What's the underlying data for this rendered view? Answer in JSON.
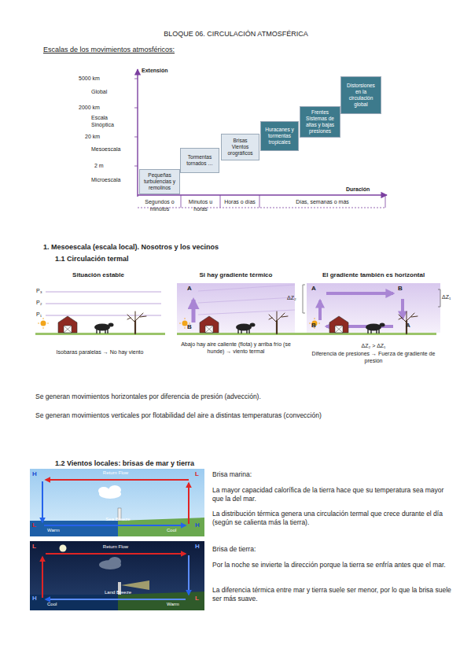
{
  "diagram": {
    "title": "BLOQUE 06. CIRCULACIÓN ATMOSFÉRICA",
    "nodes": [
      {
        "text": [
          "Pequeñas turbulencias y remolinos"
        ]
      },
      {
        "text": [
          "Tormentas tornados …"
        ]
      },
      {
        "text": [
          "Brisas Vientos orográficos"
        ]
      },
      {
        "text": [
          "Huracanes y tormentas tropicales"
        ]
      },
      {
        "text": [
          "Frentes Sistemas de altas y bajas presiones"
        ]
      },
      {
        "text": [
          "Distorsiones en la circulación global"
        ]
      }
    ],
    "labels": [
      "Escalas de los movimientos atmosféricos:",
      "Extensión",
      "5000 km",
      "Global",
      "2000 km",
      "Escala Sinóptica",
      "20 km",
      "Mesoescala",
      "2 m",
      "Microescala",
      "Duración",
      "Segundos o minutos",
      "Minutos u horas",
      "Horas o días",
      "Días, semanas o más",
      "1. Mesoescala (escala local). Nosotros y los vecinos",
      "1.1 Circulación termal",
      "Situación estable",
      "P₃",
      "P₂",
      "P₁",
      "Isobaras paralelas → No hay viento",
      "Si hay gradiente térmico",
      "A",
      "B",
      "Abajo hay aire caliente (flota) y arriba frío (se hunde) → viento termal",
      "El gradiente también es horizontal",
      "ΔZ₂",
      "A",
      "B",
      "ΔZ₁",
      "B",
      "A",
      "ΔZ₂ > ΔZ₁",
      "Diferencia de presiones → Fuerza de gradiente de presión",
      "Se generan movimientos horizontales por diferencia de presión (advección).",
      "Se generan movimientos verticales por flotabilidad del aire a distintas temperaturas (convección)",
      "1.2 Vientos locales: brisas de mar y tierra",
      "H",
      "Return Flow",
      "L",
      "Warm",
      "L",
      "Sea Breeze",
      "Cool",
      "H",
      "L",
      "Return Flow",
      "H",
      "Cool",
      "H",
      "Land Breeze",
      "Warm",
      "L",
      "Brisa marina:",
      "La mayor capacidad calorífica de la tierra hace que su temperatura sea mayor que la del mar.",
      "La distribución térmica genera una circulación termal que crece durante el día (según se calienta más la tierra).",
      "Brisa de tierra:",
      "Por la noche se invierte la dirección porque la tierra se enfría antes que el mar.",
      "La diferencia térmica entre mar y tierra suele ser menor, por lo que la brisa suele ser más suave."
    ]
  }
}
